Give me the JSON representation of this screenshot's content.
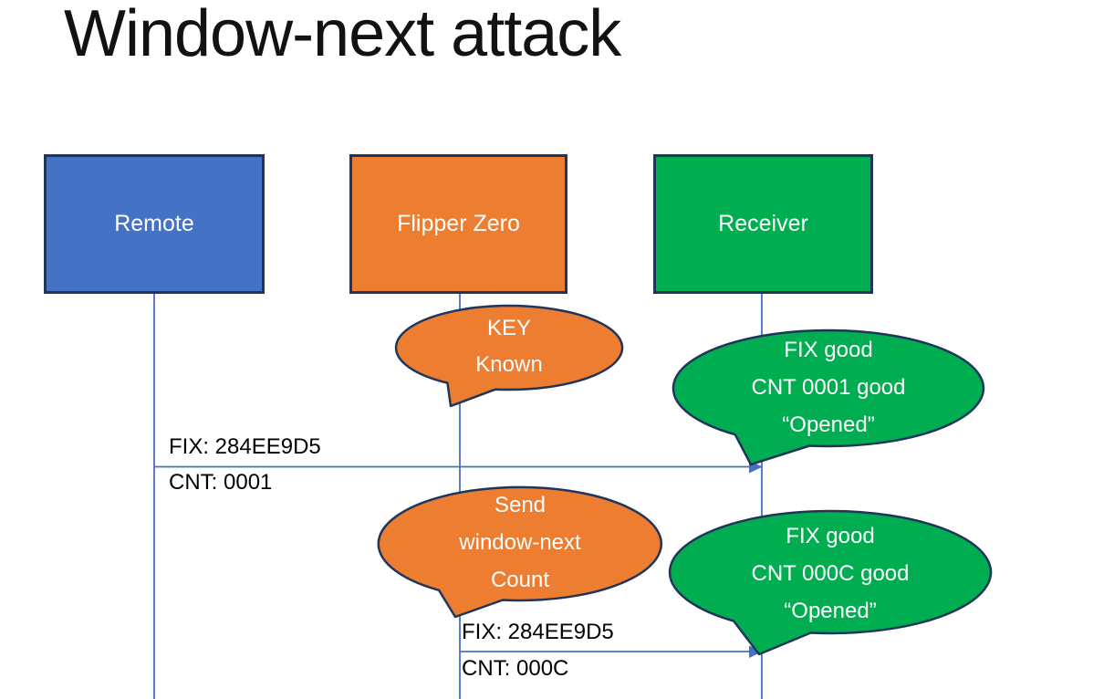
{
  "slide": {
    "title": "Window-next attack",
    "background": "#FFFFFF"
  },
  "colors": {
    "actor_blue": "#4472C4",
    "actor_orange": "#ED7D31",
    "actor_green": "#00AD50",
    "shape_outline": "#20355C",
    "connector_blue": "#4472C4",
    "label_text": "#000000",
    "shape_text": "#FFFFFF"
  },
  "actors": [
    {
      "label": "Remote"
    },
    {
      "label": "Flipper Zero"
    },
    {
      "label": "Receiver"
    }
  ],
  "callouts": [
    {
      "lines": [
        "KEY",
        "Known"
      ]
    },
    {
      "lines": [
        "FIX good",
        "CNT 0001 good",
        "“Opened”"
      ]
    },
    {
      "lines": [
        "Send",
        "window-next",
        "Count"
      ]
    },
    {
      "lines": [
        "FIX good",
        "CNT 000C good",
        "“Opened”"
      ]
    }
  ],
  "messages": [
    {
      "from": "Remote",
      "to": "Receiver",
      "label_top": "FIX: 284EE9D5",
      "label_bottom": "CNT: 0001"
    },
    {
      "from": "Flipper Zero",
      "to": "Receiver",
      "label_top": "FIX: 284EE9D5",
      "label_bottom": "CNT: 000C"
    }
  ]
}
